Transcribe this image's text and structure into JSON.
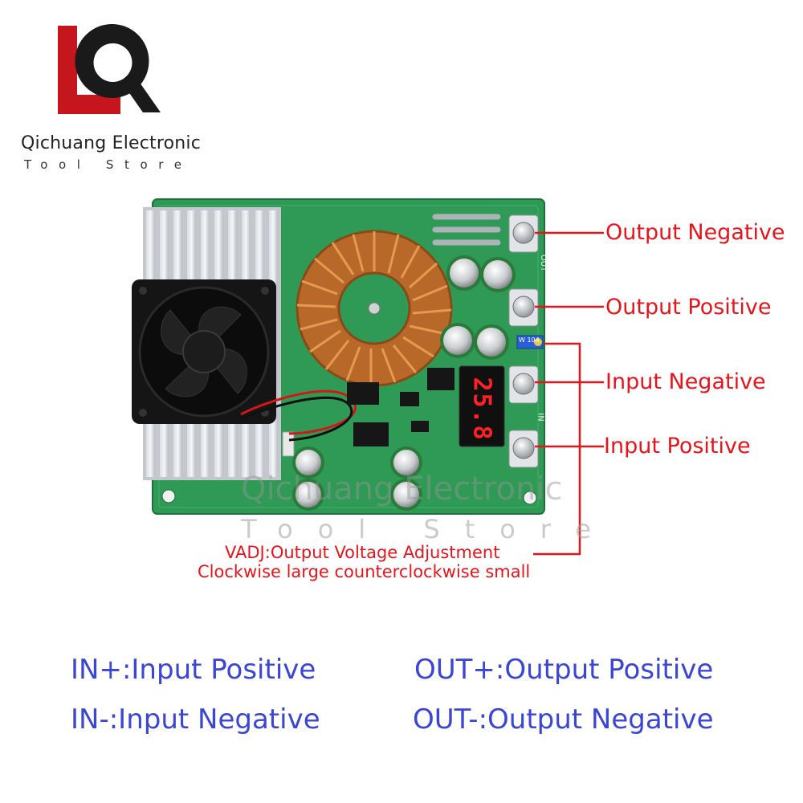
{
  "brand": {
    "name": "Qichuang Electronic",
    "subtitle": "Tool Store"
  },
  "watermark": {
    "name": "Qichuang Electronic",
    "subtitle": "Tool Store"
  },
  "callouts": {
    "output_negative": "Output Negative",
    "output_positive": "Output Positive",
    "input_negative": "Input Negative",
    "input_positive": "Input Positive",
    "vadj_line1": "VADJ:Output Voltage Adjustment",
    "vadj_line2": "Clockwise large counterclockwise small"
  },
  "board": {
    "display_reading": "25.8",
    "silkscreen_out": "OUT",
    "silkscreen_in": "IN",
    "silkscreen_pot": "W 104"
  },
  "legend": {
    "in_plus": "IN+:Input Positive",
    "in_minus": "IN-:Input Negative",
    "out_plus": "OUT+:Output Positive",
    "out_minus": "OUT-:Output Negative"
  },
  "colors": {
    "callout_red": "#e8141c",
    "legend_blue": "#3b45d6",
    "logo_red": "#c4161c",
    "logo_black": "#1a1a1a",
    "pcb_green": "#2f9a55",
    "copper": "#c7762e"
  }
}
